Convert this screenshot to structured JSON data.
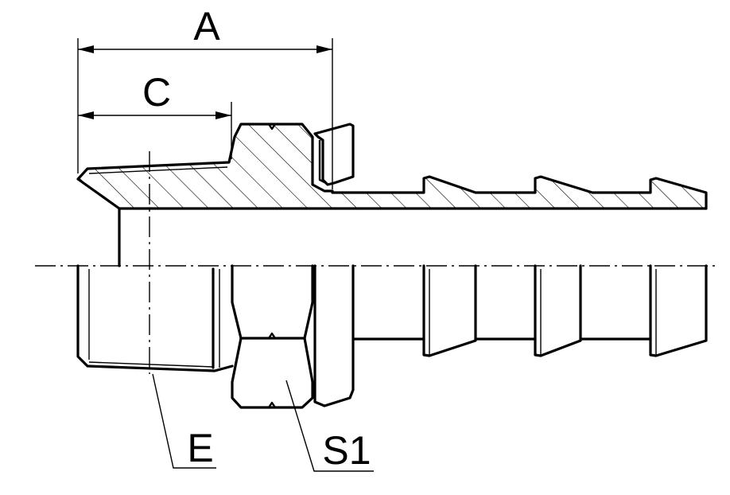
{
  "labels": {
    "A": "A",
    "C": "C",
    "E": "E",
    "S1": "S1"
  },
  "colors": {
    "line": "#000000",
    "background": "#ffffff"
  }
}
